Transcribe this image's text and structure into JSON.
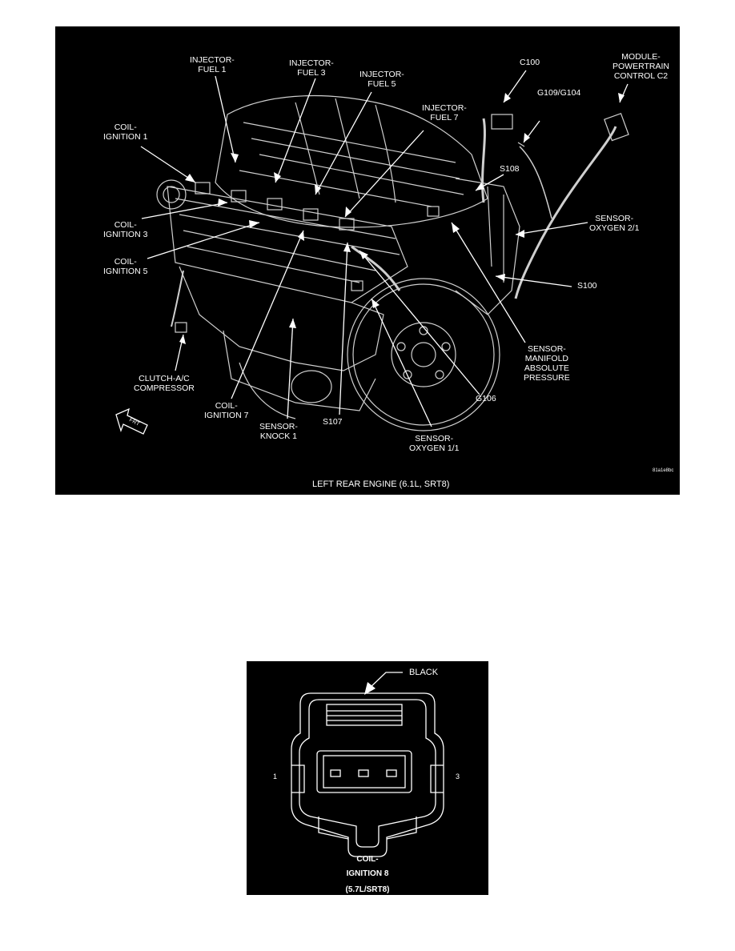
{
  "figure1": {
    "caption": "LEFT REAR ENGINE  (6.1L, SRT8)",
    "code": "81a1e8bc",
    "front_arrow_text": "FRT",
    "labels": {
      "injector_fuel_1": "INJECTOR-\nFUEL 1",
      "injector_fuel_3": "INJECTOR-\nFUEL 3",
      "injector_fuel_5": "INJECTOR-\nFUEL 5",
      "injector_fuel_7": "INJECTOR-\nFUEL 7",
      "c100": "C100",
      "g109_g104": "G109/G104",
      "module_pcm": "MODULE-\nPOWERTRAIN\nCONTROL C2",
      "coil_ignition_1": "COIL-\nIGNITION 1",
      "coil_ignition_3": "COIL-\nIGNITION 3",
      "coil_ignition_5": "COIL-\nIGNITION 5",
      "coil_ignition_7": "COIL-\nIGNITION 7",
      "s108": "S108",
      "sensor_oxygen_21": "SENSOR-\nOXYGEN 2/1",
      "s100": "S100",
      "sensor_map": "SENSOR-\nMANIFOLD\nABSOLUTE\nPRESSURE",
      "clutch_ac": "CLUTCH-A/C\nCOMPRESSOR",
      "g106": "G106",
      "s107": "S107",
      "sensor_knock_1": "SENSOR-\nKNOCK 1",
      "sensor_oxygen_11": "SENSOR-\nOXYGEN 1/1"
    }
  },
  "figure2": {
    "color_label": "BLACK",
    "pin_left": "1",
    "pin_right": "3",
    "title_line1": "COIL-",
    "title_line2": "IGNITION 8",
    "title_line3": "(5.7L/SRT8)"
  }
}
